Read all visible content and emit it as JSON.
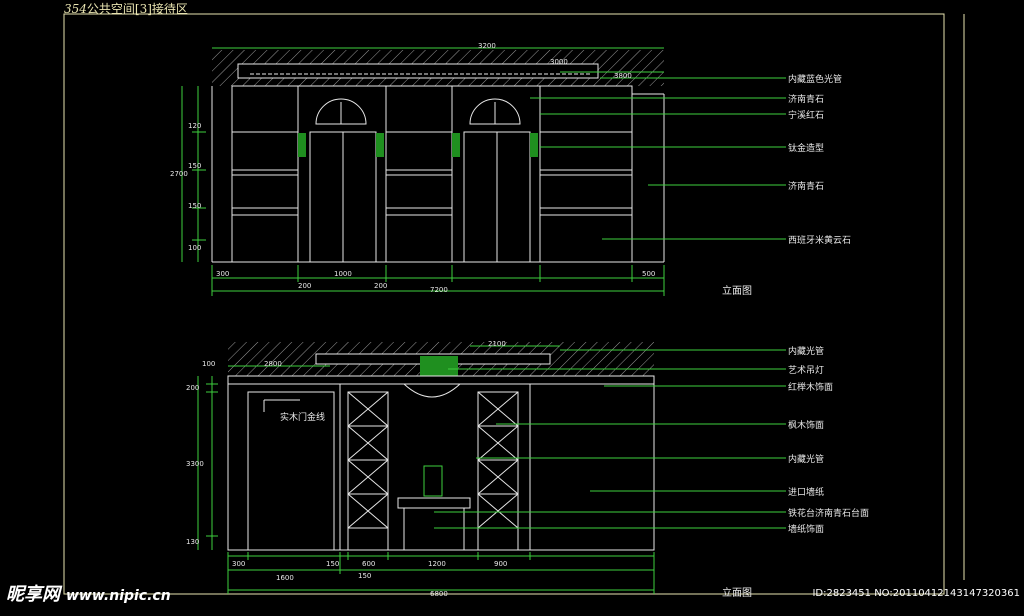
{
  "header": {
    "num": "354",
    "title": "公共空间[3]接待区"
  },
  "elevation_top": {
    "view_title": "立面图",
    "callouts": [
      "内藏蓝色光管",
      "济南青石",
      "宁溪红石",
      "钛金造型",
      "济南青石",
      "西班牙米黄云石"
    ],
    "dims": {
      "top": [
        "3200",
        "3000",
        "3800"
      ],
      "left": [
        "120",
        "150",
        "150",
        "100",
        "2700"
      ],
      "bottom": [
        "300",
        "1000",
        "200",
        "200",
        "500",
        "7200"
      ]
    }
  },
  "elevation_bottom": {
    "view_title": "立面图",
    "door_label": "实木门金线",
    "callouts": [
      "内藏光管",
      "艺术吊灯",
      "红榉木饰面",
      "枫木饰面",
      "内藏光管",
      "进口墙纸",
      "铁花台济南青石台面",
      "墙纸饰面"
    ],
    "dims": {
      "top": [
        "2800",
        "2100"
      ],
      "left": [
        "100",
        "200",
        "3300",
        "130"
      ],
      "bottom": [
        "300",
        "150",
        "600",
        "1200",
        "900",
        "1600",
        "150",
        "6800"
      ]
    }
  },
  "watermark": {
    "brand": "昵享网",
    "site": "www.nipic.cn",
    "id": "ID:2823451 NO:20110412143147320361"
  }
}
